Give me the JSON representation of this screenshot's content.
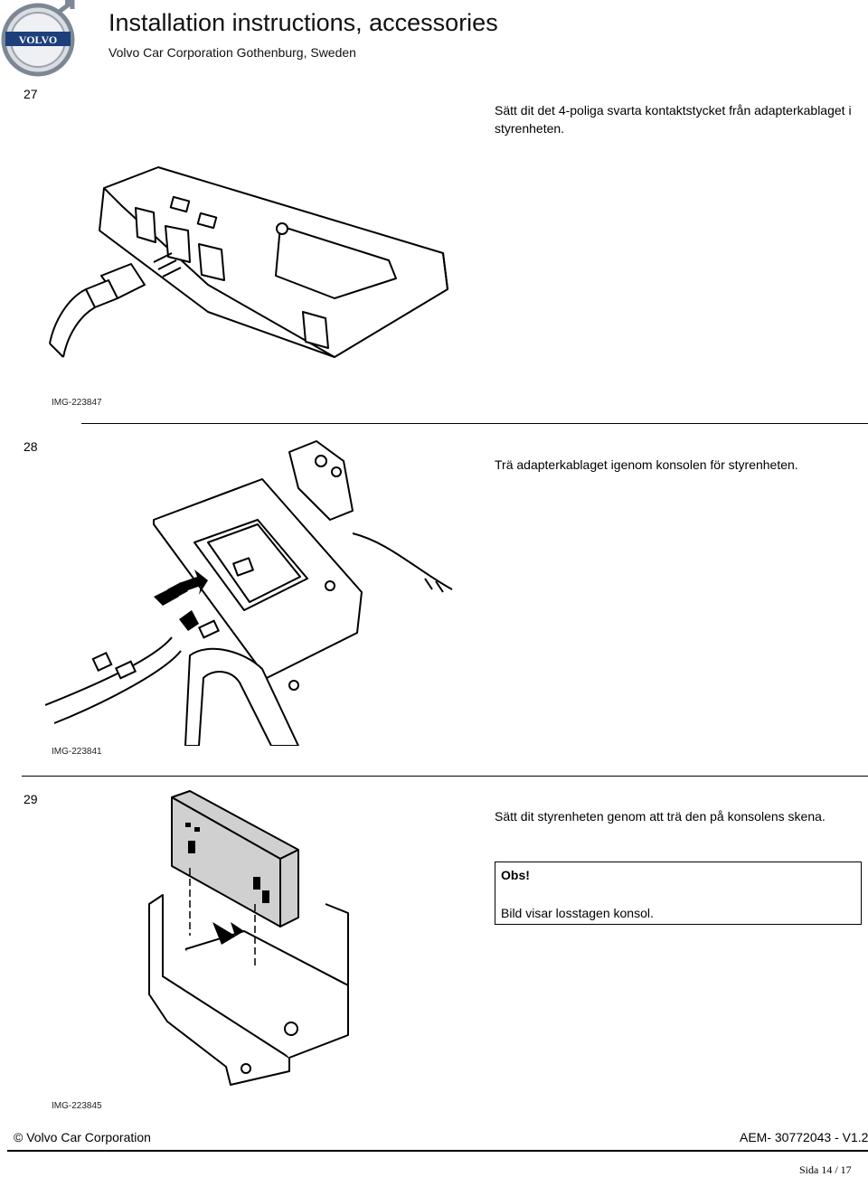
{
  "header": {
    "logo_text": "VOLVO",
    "title": "Installation instructions, accessories",
    "subtitle": "Volvo Car Corporation Gothenburg, Sweden"
  },
  "steps": [
    {
      "number": "27",
      "text": "Sätt dit det 4-poliga svarta kontaktstycket från adapterkablaget i styrenheten.",
      "image_id": "IMG-223847"
    },
    {
      "number": "28",
      "text": "Trä adapterkablaget igenom konsolen för styrenheten.",
      "image_id": "IMG-223841"
    },
    {
      "number": "29",
      "text": "Sätt dit styrenheten genom att trä den på konsolens skena.",
      "image_id": "IMG-223845"
    }
  ],
  "note": {
    "title": "Obs!",
    "text": "Bild visar losstagen konsol."
  },
  "footer": {
    "copyright": "© Volvo Car Corporation",
    "doc_code": "AEM- 30772043 - V1.2",
    "page": "Sida 14 / 17"
  }
}
